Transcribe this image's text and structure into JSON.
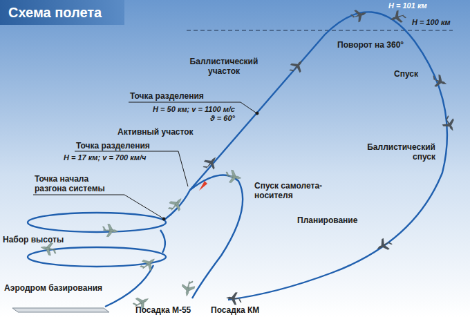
{
  "diagram": {
    "title": "Схема полета",
    "labels": [
      "H = 101 км",
      "H = 100 км",
      "Поворот на 360°",
      "Баллистический участок",
      "Спуск",
      "Точка разделения",
      "H = 50 км; v = 1100 м/с ϑ = 60°",
      "Активный участок",
      "Точка разделения",
      "H = 17 км; v = 700 км/ч",
      "Баллистический спуск",
      "Точка начала разгона системы",
      "Спуск самолета-носителя",
      "Набор высоты",
      "Планирование",
      "Аэродром базирования",
      "Посадка М-55",
      "Посадка КМ"
    ]
  }
}
